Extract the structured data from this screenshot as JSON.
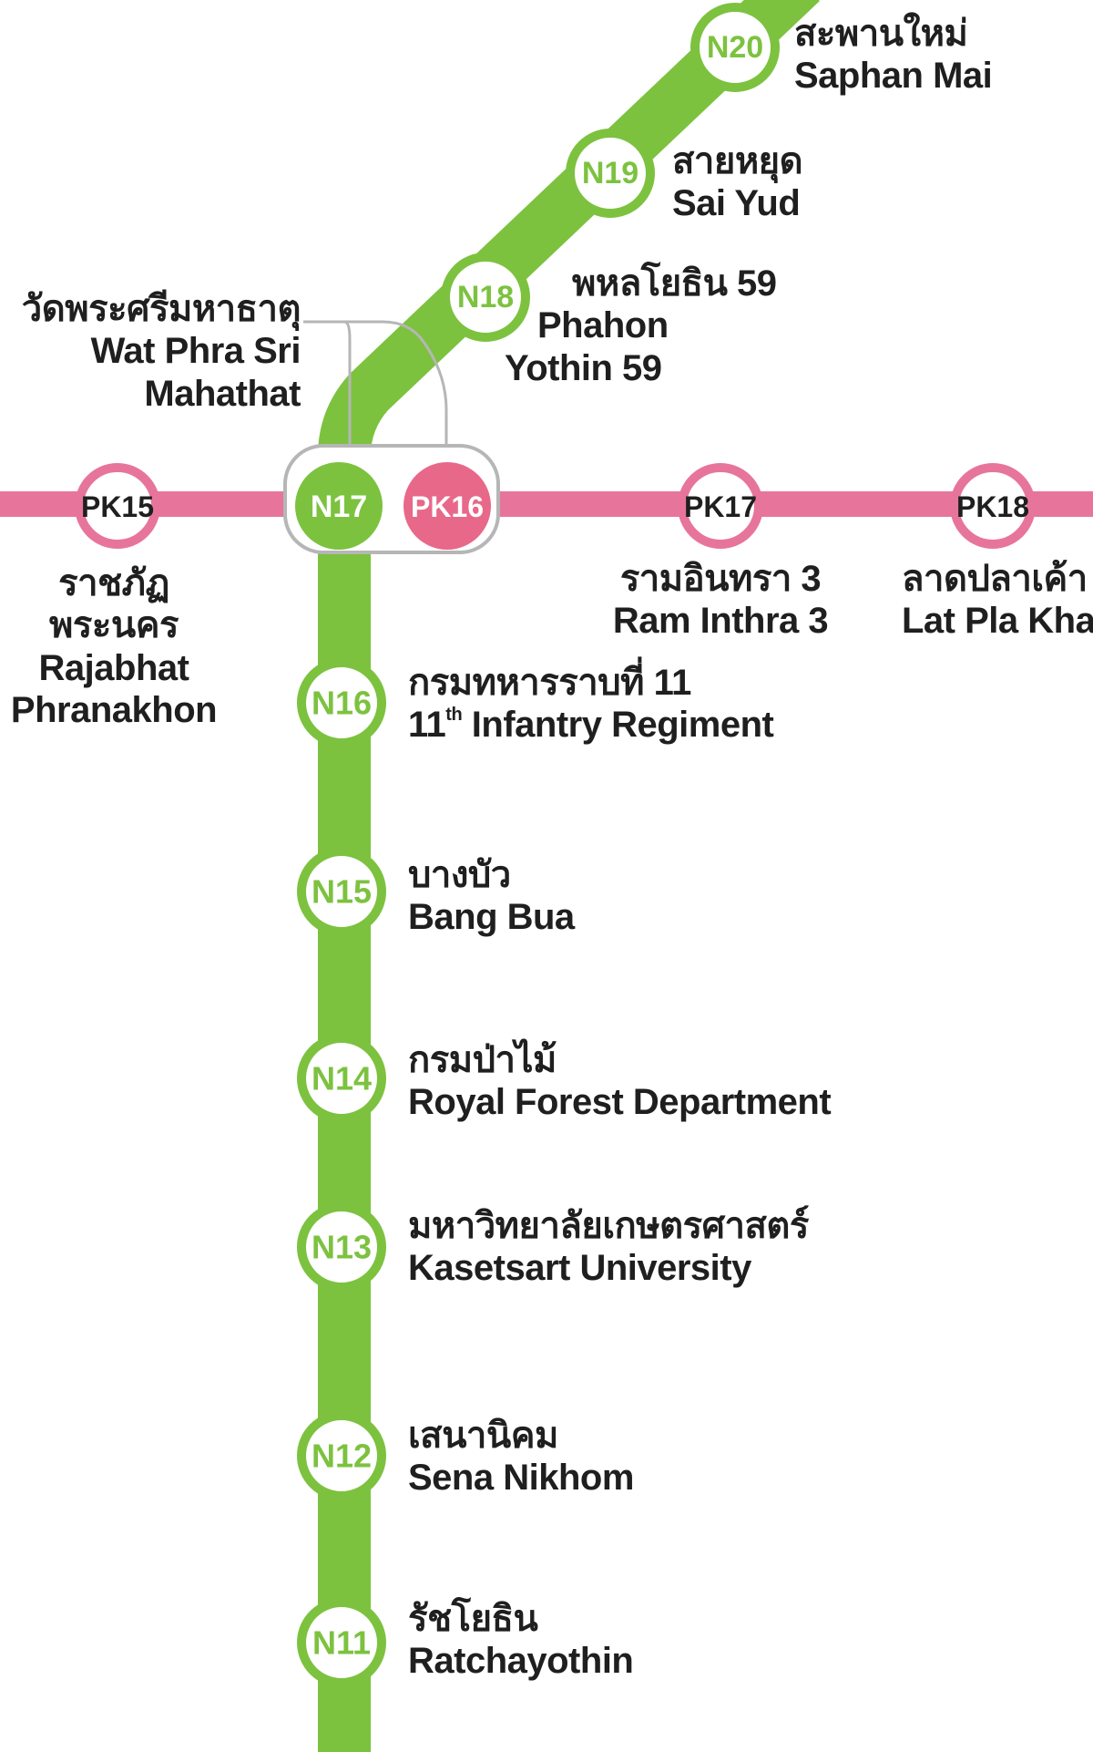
{
  "colors": {
    "green_line": "#7cc23f",
    "pink_line": "#e8688a",
    "pink_track": "#e7759b",
    "station_fill": "#ffffff",
    "interchange_frame": "#b6b6b6",
    "text": "#1f1f1f"
  },
  "green_line": {
    "stations": [
      {
        "code": "N20",
        "th": "สะพานใหม่",
        "en": "Saphan Mai"
      },
      {
        "code": "N19",
        "th": "สายหยุด",
        "en": "Sai Yud"
      },
      {
        "code": "N18",
        "th": "พหลโยธิน 59",
        "en_lines": [
          "Phahon",
          "Yothin 59"
        ]
      },
      {
        "code": "N17",
        "th": "วัดพระศรีมหาธาตุ",
        "en_lines": [
          "Wat Phra Sri",
          "Mahathat"
        ]
      },
      {
        "code": "N16",
        "th": "กรมทหารราบที่ 11",
        "en_num": "11",
        "en_sup": "th",
        "en_rest": " Infantry Regiment"
      },
      {
        "code": "N15",
        "th": "บางบัว",
        "en": "Bang Bua"
      },
      {
        "code": "N14",
        "th": "กรมป่าไม้",
        "en": "Royal Forest Department"
      },
      {
        "code": "N13",
        "th": "มหาวิทยาลัยเกษตรศาสตร์",
        "en": "Kasetsart University"
      },
      {
        "code": "N12",
        "th": "เสนานิคม",
        "en": "Sena Nikhom"
      },
      {
        "code": "N11",
        "th": "รัชโยธิน",
        "en": "Ratchayothin"
      }
    ]
  },
  "pink_line": {
    "stations": [
      {
        "code": "PK15",
        "th_lines": [
          "ราชภัฏ",
          "พระนคร"
        ],
        "en_lines": [
          "Rajabhat",
          "Phranakhon"
        ]
      },
      {
        "code": "PK16"
      },
      {
        "code": "PK17",
        "th": "รามอินทรา 3",
        "en": "Ram Inthra 3"
      },
      {
        "code": "PK18",
        "th": "ลาดปลาเค้า",
        "en": "Lat Pla Khao"
      }
    ]
  }
}
